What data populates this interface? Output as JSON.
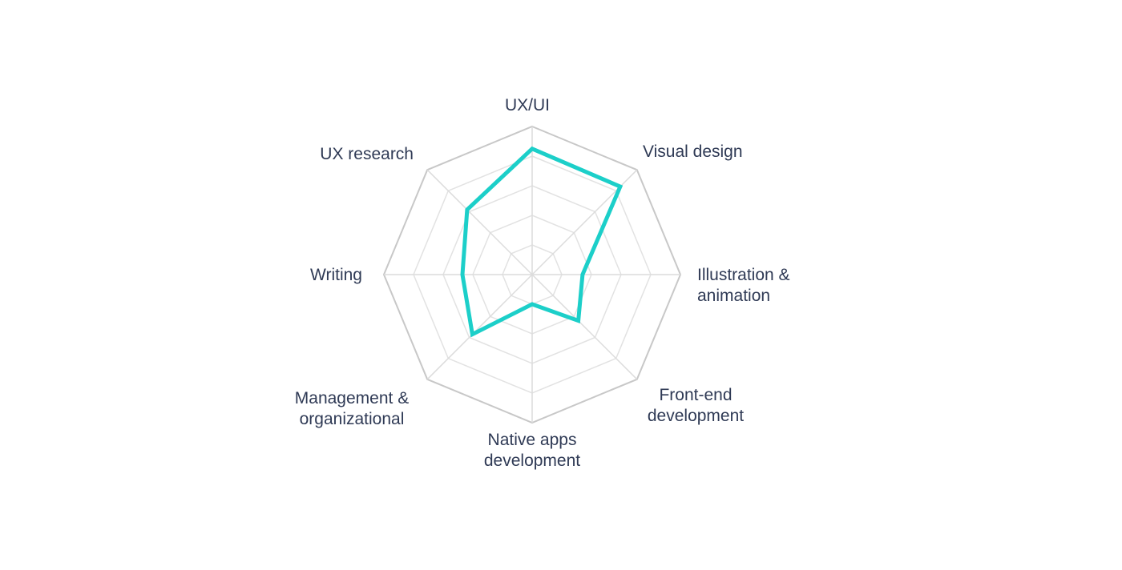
{
  "colors": {
    "series": "#1ccfc9",
    "grid": "#cfcfcf",
    "text": "#2f3a55",
    "background": "#ffffff"
  },
  "chart_data": {
    "type": "radar",
    "axes": [
      {
        "lines": [
          "UX/UI"
        ]
      },
      {
        "lines": [
          "Visual design"
        ]
      },
      {
        "lines": [
          "Illustration &",
          "animation"
        ]
      },
      {
        "lines": [
          "Front-end",
          "development"
        ]
      },
      {
        "lines": [
          "Native apps",
          "development"
        ]
      },
      {
        "lines": [
          "Management &",
          "organizational"
        ]
      },
      {
        "lines": [
          "Writing"
        ]
      },
      {
        "lines": [
          "UX research"
        ]
      }
    ],
    "rlim": [
      0,
      5
    ],
    "grid_levels": 5,
    "series": [
      {
        "values": [
          4.25,
          4.2,
          1.7,
          2.2,
          1.0,
          2.85,
          2.35,
          3.1
        ]
      }
    ]
  }
}
